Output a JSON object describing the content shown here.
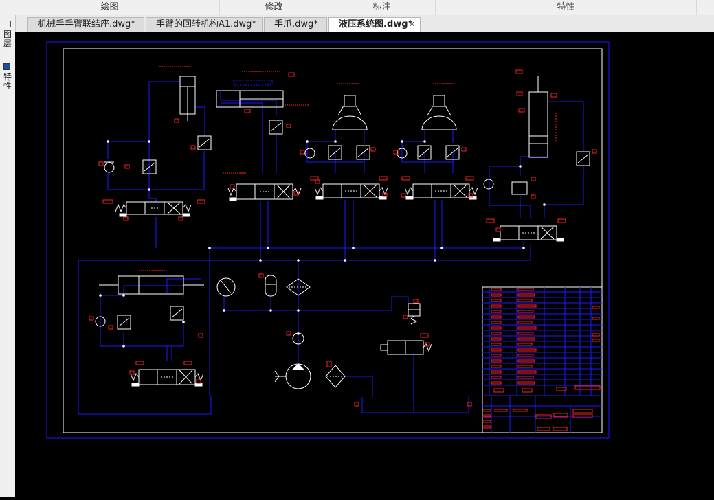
{
  "ribbon": {
    "groups": [
      {
        "label": "绘图"
      },
      {
        "label": "修改"
      },
      {
        "label": "标注"
      },
      {
        "label": "特性"
      }
    ]
  },
  "file_tabs": [
    {
      "label": "机械手手臂联结座.dwg*"
    },
    {
      "label": "手臂的回转机构A1.dwg*"
    },
    {
      "label": "手爪.dwg*"
    },
    {
      "label": "液压系统图.dwg*"
    }
  ],
  "active_tab_index": 3,
  "close_glyph": "×",
  "side_panel": {
    "items": [
      {
        "label": "图层",
        "icon": "layers-icon"
      },
      {
        "label": "特性",
        "icon": "properties-icon"
      }
    ]
  },
  "colors": {
    "background": "#000000",
    "frame": "#1a1aff",
    "symbols": "#ffffff",
    "annotations": "#ff2020"
  }
}
